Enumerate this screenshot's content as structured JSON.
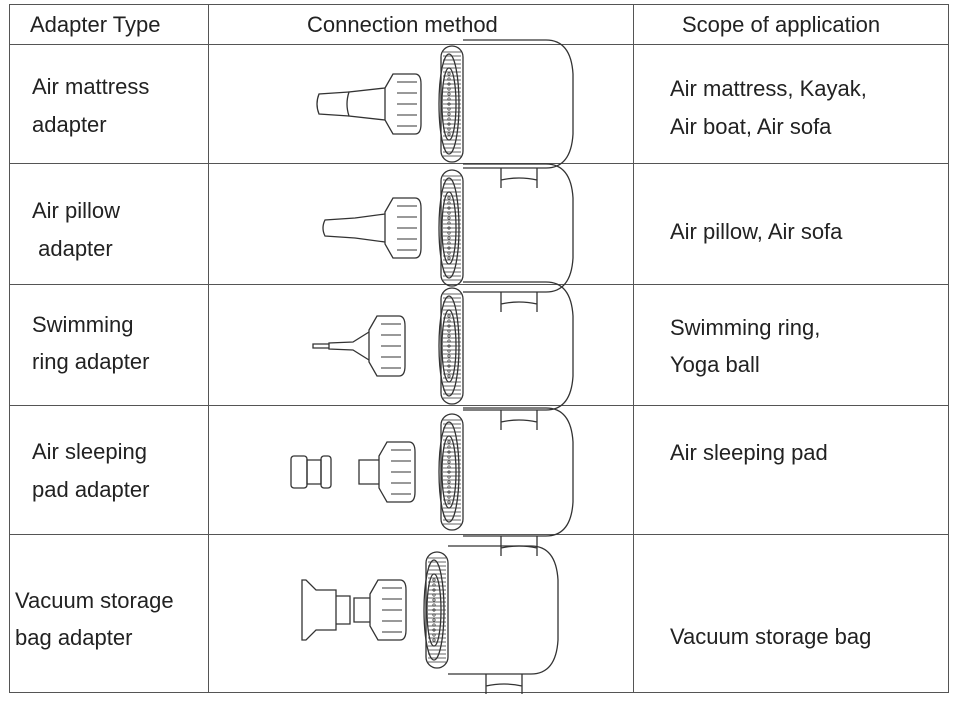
{
  "table": {
    "headers": {
      "adapter_type": "Adapter Type",
      "connection_method": "Connection method",
      "scope": "Scope of application"
    },
    "rows": [
      {
        "type_line1": "Air mattress",
        "type_line2": "adapter",
        "scope_line1": "Air mattress, Kayak,",
        "scope_line2": "Air boat, Air sofa",
        "illustration": "pump-with-long-nozzle-adapter"
      },
      {
        "type_line1": "Air pillow",
        "type_line2": " adapter",
        "scope_line1": "Air pillow, Air sofa",
        "scope_line2": "",
        "illustration": "pump-with-pillow-nozzle-adapter"
      },
      {
        "type_line1": "Swimming",
        "type_line2": "ring adapter",
        "scope_line1": "Swimming ring,",
        "scope_line2": "Yoga ball",
        "illustration": "pump-with-needle-adapter"
      },
      {
        "type_line1": "Air sleeping",
        "type_line2": "pad adapter",
        "scope_line1": "Air sleeping pad",
        "scope_line2": "",
        "illustration": "pump-with-two-piece-valve-adapter"
      },
      {
        "type_line1": "Vacuum storage",
        "type_line2": "bag adapter",
        "scope_line1": "Vacuum storage bag",
        "scope_line2": "",
        "illustration": "pump-with-funnel-valve-adapter"
      }
    ]
  },
  "colors": {
    "line": "#555555",
    "text": "#222222",
    "drawing": "#333333"
  }
}
